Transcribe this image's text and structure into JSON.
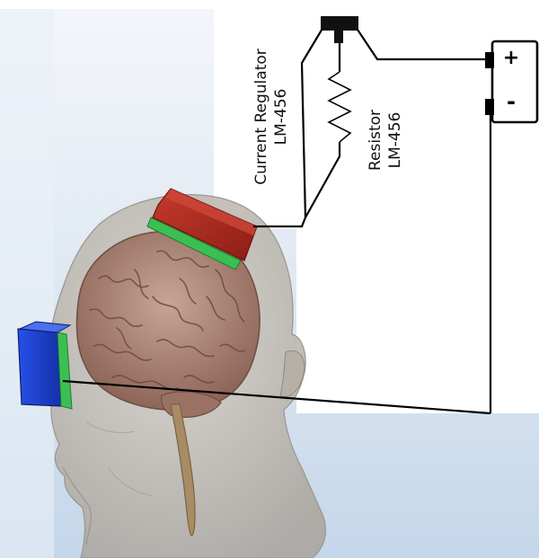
{
  "labels": {
    "regulator_name": "Current Regulator",
    "regulator_model": "LM-456",
    "resistor_name": "Resistor",
    "resistor_model": "LM-456"
  },
  "battery": {
    "positive_symbol": "+",
    "negative_symbol": "-"
  },
  "colors": {
    "wire": "#000000",
    "anode_pad": "#b22a20",
    "cathode_pad": "#1c3fd0",
    "sponge_edge": "#3cbf52",
    "brain": "#a98272",
    "head": "#bfb7ad",
    "background_gradient_top": "#eef3f8",
    "background_gradient_bottom": "#c5d7ea"
  }
}
